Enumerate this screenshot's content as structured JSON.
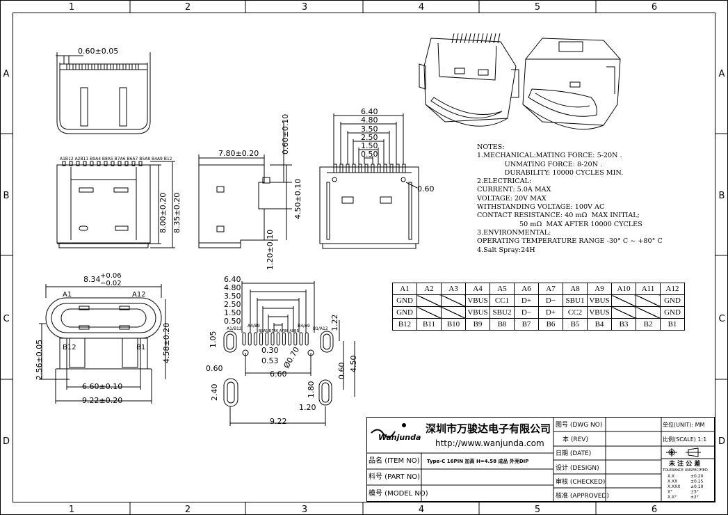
{
  "frame": {
    "col_labels": [
      "1",
      "2",
      "3",
      "4",
      "5",
      "6"
    ],
    "row_labels": [
      "A",
      "B",
      "C",
      "D"
    ]
  },
  "dimensions": {
    "top_view": {
      "pitch": "0.60±0.05"
    },
    "front_view": {
      "pins": "A1B12 A2B11 B9A4 B8A5 B7A6 B6A7 B5A8 B4A9 B12",
      "h1": "8.00±0.20",
      "h2": "8.35±0.20"
    },
    "side_view": {
      "depth": "7.80±0.20",
      "t1": "0.60±0.10",
      "t2": "4.50±0.10",
      "t3": "1.20±0.10"
    },
    "rear_view": {
      "d1": "6.40",
      "d2": "4.80",
      "d3": "3.50",
      "d4": "2.50",
      "d5": "1.50",
      "d6": "0.50",
      "hole": "0.60"
    },
    "bottom_view": {
      "w_top": "8.34",
      "tol_plus": "+0.06",
      "tol_minus": "−0.02",
      "a1": "A1",
      "a12": "A12",
      "b12": "B12",
      "b1": "B1",
      "h_left": "2.56±0.05",
      "h_right": "4.58±0.20",
      "w1": "6.60±0.10",
      "w2": "9.22±0.20"
    },
    "footprint": {
      "d1": "6.40",
      "d2": "4.80",
      "d3": "3.50",
      "d4": "2.50",
      "d5": "1.50",
      "d6": "0.50",
      "lbl_a1b12": "A1/B12",
      "lbl_a4b9": "A4/B9",
      "lbl_mid": "B8A5 B7A6 A7B6 A8B5",
      "lbl_b4a9": "B4/A9",
      "lbl_b1a12": "B1/A12",
      "v105": "1.05",
      "v122": "1.22",
      "p030": "0.30",
      "p053": "0.53",
      "hole": "Ø0.70",
      "w660": "6.60",
      "v060a": "0.60",
      "v060b": "0.60",
      "v450": "4.50",
      "v240": "2.40",
      "v180": "1.80",
      "v120": "1.20",
      "w922": "9.22"
    }
  },
  "notes": [
    "NOTES:",
    "1.MECHANICAL:MATING FORCE: 5-20N .",
    "             UNMATING FORCE: 8-20N .",
    "             DURABILITY: 10000 CYCLES MIN.",
    "2.ELECTRICAL:",
    "CURRENT: 5.0A MAX",
    "VOLTAGE: 20V MAX",
    "WITHSTANDING VOLTAGE: 100V AC",
    "CONTACT RESISTANCE: 40 mΩ  MAX INITIAL;",
    "                    50 mΩ  MAX AFTER 10000 CYCLES",
    "3.ENVIRONMENTAL:",
    "OPERATING TEMPERATURE RANGE -30° C ~ +80° C",
    "4.Salt Spray:24H"
  ],
  "pin_table": {
    "top": [
      "A1",
      "A2",
      "A3",
      "A4",
      "A5",
      "A6",
      "A7",
      "A8",
      "A9",
      "A10",
      "A11",
      "A12"
    ],
    "row_a": [
      "GND",
      "",
      "",
      "VBUS",
      "CC1",
      "D+",
      "D−",
      "SBU1",
      "VBUS",
      "",
      "",
      "GND"
    ],
    "row_b": [
      "GND",
      "",
      "",
      "VBUS",
      "SBU2",
      "D−",
      "D+",
      "CC2",
      "VBUS",
      "",
      "",
      "GND"
    ],
    "bottom": [
      "B12",
      "B11",
      "B10",
      "B9",
      "B8",
      "B7",
      "B6",
      "B5",
      "B4",
      "B3",
      "B2",
      "B1"
    ]
  },
  "title_block": {
    "company": "深圳市万骏达电子有限公司",
    "url": "http://www.wanjunda.com",
    "logo_text": "Wanjunda",
    "item_no_label": "品名 (ITEM NO)",
    "item_no_value": "Type-C 16PIN 加高 H=4.58 成品 外壳DIP",
    "part_no_label": "料号 (PART NO)",
    "model_no_label": "模号 (MODEL NO)",
    "dwg_no_label": "图号 (DWG NO)",
    "rev_label": "本 (REV)",
    "date_label": "日期 (DATE)",
    "design_label": "设计 (DESIGN)",
    "checked_label": "审核 (CHECKED)",
    "approved_label": "核准 (APPROVED)",
    "unit_label": "单位(UNIT): MM",
    "scale_label": "比例(SCALE) 1:1",
    "tol_title": "未 注 公 差",
    "tol_sub": "TOLERANCE UNSPECIFIED",
    "tol_rows": [
      [
        "X.X",
        "±0.20"
      ],
      [
        "X.XX",
        "±0.15"
      ],
      [
        "X.XXX",
        "±0.10"
      ],
      [
        "X°",
        "±5°"
      ],
      [
        "X.X°",
        "±2°"
      ]
    ]
  }
}
